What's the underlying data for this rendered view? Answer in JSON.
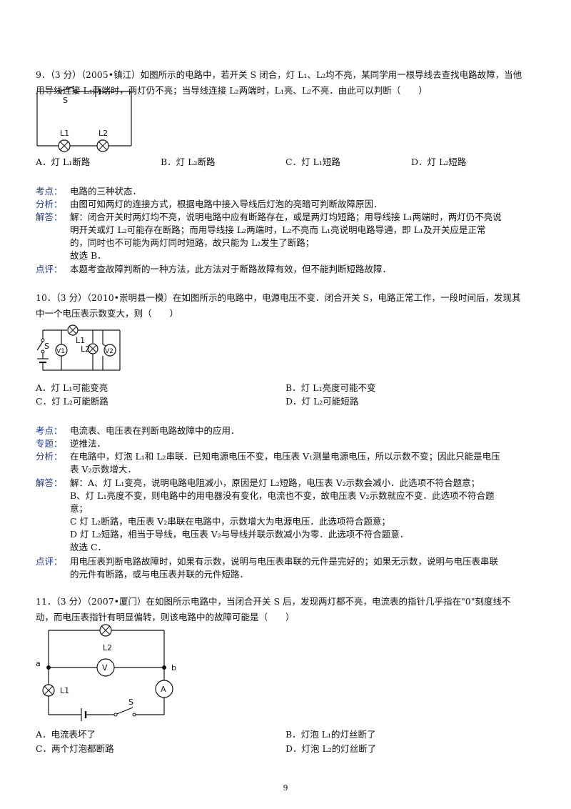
{
  "q9": {
    "stem": [
      "9．（3 分）（2005•镇江）如图所示的电路中，若开关 S 闭合，灯 L₁、L₂均不亮，某同学用一根导线去查找电路故障，当他",
      "用导线连接 L₁两端时，两灯仍不亮；当导线连接 L₂两端时，L₁亮、L₂不亮．由此可以判断（　　）"
    ],
    "options": [
      "A．灯 L₁断路",
      "B．灯 L₂断路",
      "C．灯 L₁短路",
      "D．灯 L₂短路"
    ],
    "figure": {
      "switch": "S",
      "lamp1": "L1",
      "lamp2": "L2"
    },
    "kaodian_label": "考点：",
    "kaodian": "电路的三种状态．",
    "fenxi_label": "分析：",
    "fenxi": "由图可知两灯的连接方式，根据电路中接入导线后灯泡的亮暗可判断故障原因．",
    "jieda_label": "解答：",
    "jieda": [
      "解：闭合开关时两灯均不亮，说明电路中应有断路存在，或是两灯均短路；用导线接 L₁两端时，两灯仍不亮说",
      "明开关或灯 L₂可能存在断路；而用导线接 L₂两端时，L₂不亮而 L₁亮说明电路导通，即 L₁及开关应是正常",
      "的，同时也不可能为两灯同时短路，故只能为 L₂发生了断路；",
      "故选 B．"
    ],
    "dianping_label": "点评：",
    "dianping": "本题考查故障判断的一种方法，此方法对于断路故障有效，但不能判断短路故障．"
  },
  "q10": {
    "stem": [
      "10．（3 分）（2010•崇明县一模）在如图所示的电路中，电源电压不变．闭合开关 S，电路正常工作，一段时间后，发现其",
      "中一个电压表示数变大，则（　　）"
    ],
    "options": [
      "A．灯 L₁可能变亮",
      "B．灯 L₁亮度可能不变",
      "C．灯 L₂可能断路",
      "D．灯 L₂可能短路"
    ],
    "figure": {
      "switch": "S",
      "lamp1": "L1",
      "lamp2": "L2",
      "meter1": "V1",
      "meter2": "V2"
    },
    "kaodian_label": "考点：",
    "kaodian": "电流表、电压表在判断电路故障中的应用．",
    "zhuanti_label": "专题：",
    "zhuanti": "逆推法．",
    "fenxi_label": "分析：",
    "fenxi": [
      "在电路中，灯泡 L₁和 L₂串联．已知电源电压不变，电压表 V₁测量电源电压，所以示数不变；因此只能是电压",
      "表 V₂示数增大．"
    ],
    "jieda_label": "解答：",
    "jieda": [
      "解：A、灯 L₁变亮，说明电路电阻减小，原因是灯 L₂短路，电压表 V₂示数会减小．此选项不符合题意；",
      "B、灯 L₁亮度不变，则电路中的用电器没有变化，电流也不变，故电压表 V₂示数就应不变．此选项不符合题",
      "意；",
      "C 灯 L₂断路，电压表 V₂串联在电路中，示数增大为电源电压．此选项符合题意；",
      "D 灯 L₂短路，相当于导线，电压表 V₂与导线并联示数减小为零．此选项不符合题意．",
      "故选 C．"
    ],
    "dianping_label": "点评：",
    "dianping": [
      "用电压表判断电路故障时，如果有示数，说明与电压表串联的元件是完好的；如果无示数，说明与电压表串联",
      "的元件有断路，或与电压表并联的元件短路．"
    ]
  },
  "q11": {
    "stem": [
      "11．（3 分）（2007•厦门）在如图所示电路中，当闭合开关 S 后，发现两灯都不亮，电流表的指针几乎指在\"0\"刻度线不",
      "动，而电压表指针有明显偏转，则该电路中的故障可能是（　　）"
    ],
    "options": [
      "A．电流表坏了",
      "B．灯泡 L₁的灯丝断了",
      "C．两个灯泡都断路",
      "D．灯泡 L₂的灯丝断了"
    ],
    "figure": {
      "switch": "S",
      "lamp1": "L1",
      "lamp2": "L2",
      "voltmeter": "V",
      "ammeter": "A",
      "node_a": "a",
      "node_b": "b"
    }
  },
  "page_number": "9"
}
